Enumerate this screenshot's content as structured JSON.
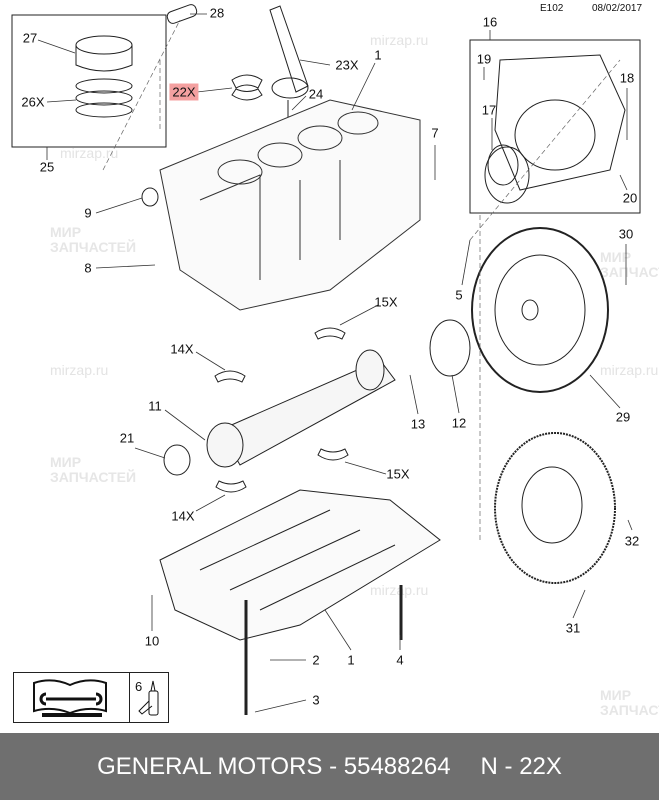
{
  "header": {
    "code": "E102",
    "date": "08/02/2017"
  },
  "watermarks": {
    "site": "mirzap.ru",
    "brand_line1": "МИР",
    "brand_line2": "ЗАПЧАСТЕЙ"
  },
  "callouts": {
    "c28": "28",
    "c27": "27",
    "c26": "26X",
    "c25": "25",
    "c22": "22X",
    "c23": "23X",
    "c1a": "1",
    "c24": "24",
    "c7": "7",
    "c9": "9",
    "c8": "8",
    "c16": "16",
    "c19": "19",
    "c17": "17",
    "c18": "18",
    "c20": "20",
    "c30": "30",
    "c5": "5",
    "c15a": "15X",
    "c14a": "14X",
    "c11": "11",
    "c13": "13",
    "c12": "12",
    "c29": "29",
    "c21": "21",
    "c15b": "15X",
    "c14b": "14X",
    "c32": "32",
    "c10": "10",
    "c2": "2",
    "c1b": "1",
    "c4": "4",
    "c31": "31",
    "c3": "3"
  },
  "legend": {
    "sealant_ref": "6"
  },
  "highlight_color": "#f4a0a0",
  "footer": {
    "brand": "GENERAL MOTORS - 55488264",
    "qty": "N - 22X"
  }
}
